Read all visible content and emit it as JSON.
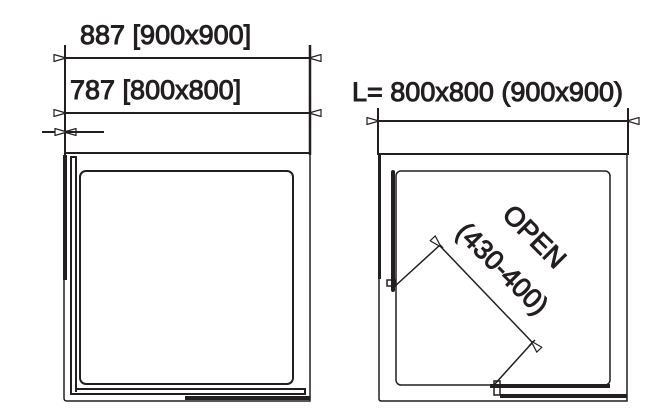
{
  "left_plan": {
    "outer_dimension": "887 [900x900]",
    "inner_dimension": "787  [800x800]"
  },
  "right_plan": {
    "size_label": "L= 800x800 (900x900)",
    "open_label": "OPEN",
    "open_range": "(430-400)"
  },
  "colors": {
    "line": "#231f20",
    "background": "#ffffff"
  }
}
